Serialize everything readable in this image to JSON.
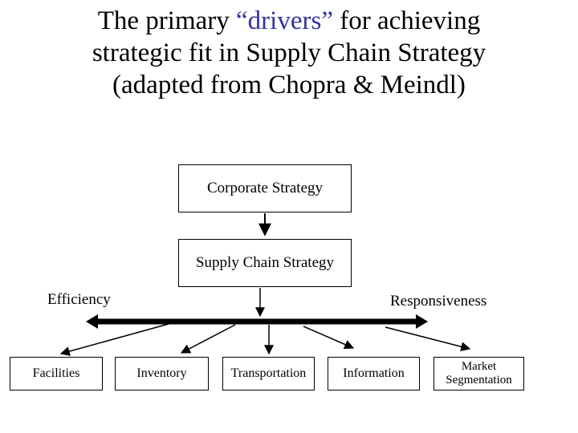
{
  "slide": {
    "title": {
      "line1_pre": "The primary ",
      "line1_highlight": "“drivers”",
      "line1_post": " for achieving",
      "line2": "strategic fit in Supply Chain Strategy",
      "line3": "(adapted from Chopra & Meindl)",
      "highlight_color": "#3333A0"
    },
    "flow": {
      "top_box": "Corporate Strategy",
      "middle_box": "Supply Chain Strategy"
    },
    "axis": {
      "left_label": "Efficiency",
      "right_label": "Responsiveness"
    },
    "drivers": [
      "Facilities",
      "Inventory",
      "Transportation",
      "Information",
      "Market Segmentation"
    ]
  },
  "colors": {
    "background": "#FFFFFF",
    "text": "#000000",
    "box_border": "#000000",
    "arrow": "#000000",
    "highlight": "#3333A0"
  }
}
